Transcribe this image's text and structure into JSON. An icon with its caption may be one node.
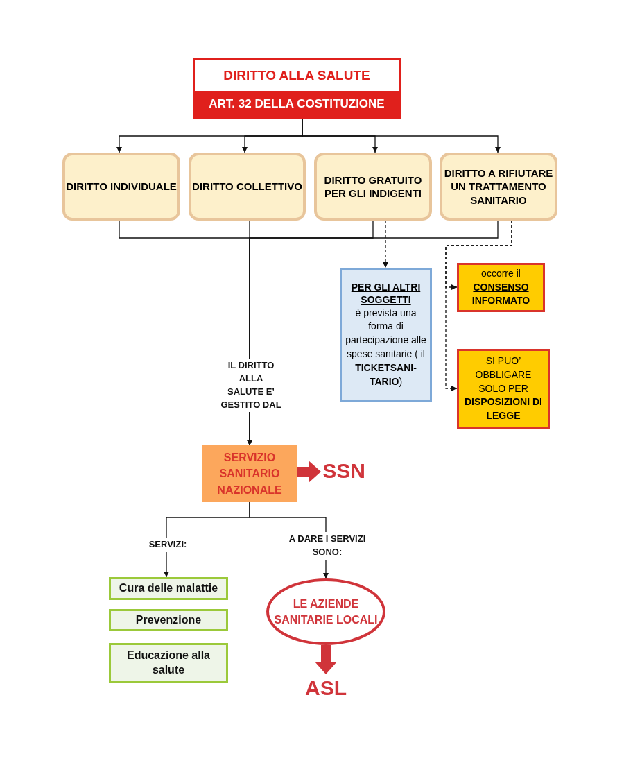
{
  "diagram": {
    "nodes": [
      {
        "text": [
          "DIRITTO ALLA SALUTE",
          "ART. 32 DELLA COSTITUZIONE"
        ]
      },
      {
        "text": [
          "DIRITTO INDIVIDUALE"
        ]
      },
      {
        "text": [
          "DIRITTO COLLETTIVO"
        ]
      },
      {
        "text": [
          "DIRITTO GRATUITO PER GLI INDIGENTI"
        ]
      },
      {
        "text": [
          "DIRITTO A RIFIUTARE UN TRATTAMENTO SANITARIO"
        ]
      },
      {
        "text": [
          "PER GLI ALTRI SOGGETTI",
          "è prevista una forma di partecipazione alle spese sanitarie ( il **TICKETSANI-TARIO**)"
        ]
      },
      {
        "text": [
          "occorre il **CONSENSO INFORMATO**"
        ]
      },
      {
        "text": [
          "SI PUO’ OBBLIGARE SOLO PER **DISPOSIZIONI DI LEGGE**"
        ]
      },
      {
        "text": [
          "SERVIZIO SANITARIO NAZIONALE"
        ]
      },
      {
        "text": [
          "SSN"
        ]
      },
      {
        "text": [
          "Cura delle malattie"
        ]
      },
      {
        "text": [
          "Prevenzione"
        ]
      },
      {
        "text": [
          "Educazione alla salute"
        ]
      },
      {
        "text": [
          "LE AZIENDE SANITARIE LOCALI"
        ]
      },
      {
        "text": [
          "ASL"
        ]
      }
    ],
    "edges": [
      {
        "from": 0,
        "to": 1,
        "arrow": "to"
      },
      {
        "from": 0,
        "to": 2,
        "arrow": "to"
      },
      {
        "from": 0,
        "to": 3,
        "arrow": "to"
      },
      {
        "from": 0,
        "to": 4,
        "arrow": "to"
      },
      {
        "from": 1,
        "to": 8,
        "arrow": "to",
        "label": "IL DIRITTO ALLA SALUTE E’ GESTITO DAL"
      },
      {
        "from": 2,
        "to": 8,
        "arrow": "to"
      },
      {
        "from": 3,
        "to": 8,
        "arrow": "to"
      },
      {
        "from": 4,
        "to": 8,
        "arrow": "to"
      },
      {
        "from": 3,
        "to": 5,
        "arrow": "to",
        "style": "dashed"
      },
      {
        "from": 4,
        "to": 6,
        "arrow": "to",
        "style": "dashed"
      },
      {
        "from": 4,
        "to": 7,
        "arrow": "to",
        "style": "dashed"
      },
      {
        "from": 8,
        "to": 9,
        "arrow": "to",
        "style": "thick",
        "color": "#d0343a"
      },
      {
        "from": 8,
        "to": 10,
        "arrow": "to",
        "label": "SERVIZI:"
      },
      {
        "from": 8,
        "to": 13,
        "arrow": "to",
        "label": "A DARE I SERVIZI SONO:"
      },
      {
        "from": 13,
        "to": 14,
        "arrow": "to",
        "style": "thick",
        "color": "#d0343a"
      }
    ]
  }
}
